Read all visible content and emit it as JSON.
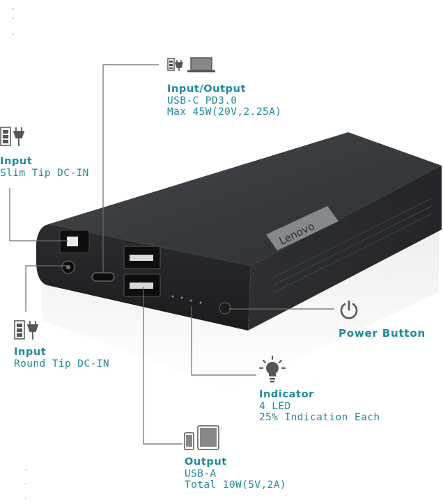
{
  "callouts": {
    "usbc": {
      "title": "Input/Output",
      "line1": "USB-C PD3.0",
      "line2": "Max 45W(20V,2.25A)"
    },
    "slim": {
      "title": "Input",
      "line1": "Slim Tip DC-IN"
    },
    "round": {
      "title": "Input",
      "line1": "Round Tip DC-IN"
    },
    "power": {
      "title": "Power Button"
    },
    "indicator": {
      "title": "Indicator",
      "line1": "4 LED",
      "line2": "25% Indication Each"
    },
    "output": {
      "title": "Output",
      "line1": "USB-A",
      "line2": "Total 10W(5V,2A)"
    }
  },
  "device": {
    "brand": "Lenovo",
    "body_color": "#2e3033",
    "top_color": "#3b3e42",
    "logo_panel_color": "#8a8d90"
  },
  "accent_color": "#1f8a99",
  "icons": [
    "plug-laptop-icon",
    "battery-plug-icon",
    "battery-plug-icon",
    "power-icon",
    "lightbulb-icon",
    "phone-tablet-icon"
  ]
}
